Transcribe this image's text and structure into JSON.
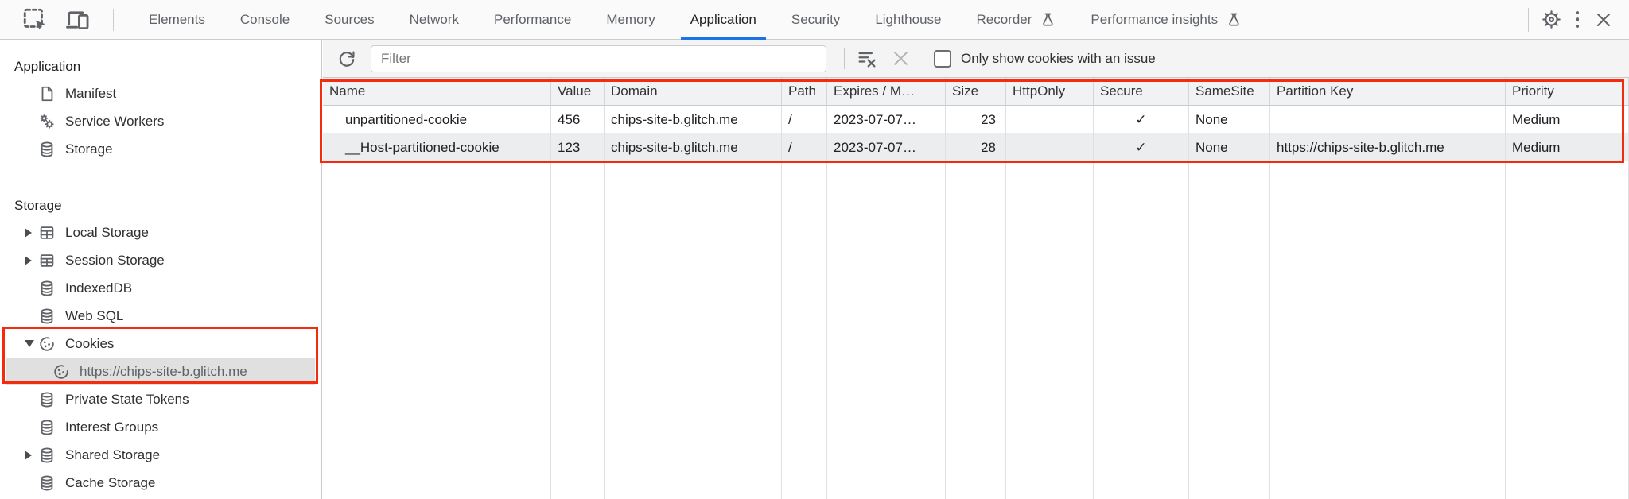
{
  "header": {
    "tabs": [
      "Elements",
      "Console",
      "Sources",
      "Network",
      "Performance",
      "Memory",
      "Application",
      "Security",
      "Lighthouse",
      "Recorder",
      "Performance insights"
    ],
    "active_tab": "Application",
    "icons": [
      "inspect-icon",
      "device-toolbar-icon",
      "flask-icon",
      "settings-gear-icon",
      "more-options-icon",
      "close-icon"
    ]
  },
  "sidebar": {
    "sections": [
      {
        "title": "Application",
        "items": [
          {
            "label": "Manifest",
            "icon": "manifest-file-icon"
          },
          {
            "label": "Service Workers",
            "icon": "service-workers-gears-icon"
          },
          {
            "label": "Storage",
            "icon": "database-icon"
          }
        ]
      },
      {
        "title": "Storage",
        "items": [
          {
            "label": "Local Storage",
            "icon": "table-icon",
            "expander": "collapsed"
          },
          {
            "label": "Session Storage",
            "icon": "table-icon",
            "expander": "collapsed"
          },
          {
            "label": "IndexedDB",
            "icon": "database-icon"
          },
          {
            "label": "Web SQL",
            "icon": "database-icon"
          },
          {
            "label": "Cookies",
            "icon": "cookie-icon",
            "expander": "expanded",
            "children": [
              {
                "label": "https://chips-site-b.glitch.me",
                "icon": "cookie-icon",
                "selected": true
              }
            ]
          },
          {
            "label": "Private State Tokens",
            "icon": "database-icon"
          },
          {
            "label": "Interest Groups",
            "icon": "database-icon"
          },
          {
            "label": "Shared Storage",
            "icon": "database-icon",
            "expander": "collapsed"
          },
          {
            "label": "Cache Storage",
            "icon": "database-icon"
          }
        ]
      }
    ]
  },
  "toolbar": {
    "filter_placeholder": "Filter",
    "filter_value": "",
    "checkbox_label": "Only show cookies with an issue",
    "checkbox_checked": false,
    "icons": [
      "refresh-icon",
      "clear-filter-icon",
      "clear-x-icon",
      "checkbox"
    ]
  },
  "table": {
    "columns": [
      "Name",
      "Value",
      "Domain",
      "Path",
      "Expires / M…",
      "Size",
      "HttpOnly",
      "Secure",
      "SameSite",
      "Partition Key",
      "Priority"
    ],
    "rows": [
      {
        "cells": [
          "unpartitioned-cookie",
          "456",
          "chips-site-b.glitch.me",
          "/",
          "2023-07-07…",
          "23",
          "",
          "✓",
          "None",
          "",
          "Medium"
        ]
      },
      {
        "cells": [
          "__Host-partitioned-cookie",
          "123",
          "chips-site-b.glitch.me",
          "/",
          "2023-07-07…",
          "28",
          "",
          "✓",
          "None",
          "https://chips-site-b.glitch.me",
          "Medium"
        ]
      }
    ]
  },
  "annotations": {
    "color": "#f42b0d",
    "boxes": [
      "cookies-table-highlight",
      "cookies-tree-highlight"
    ]
  },
  "colors": {
    "accent_blue": "#1a73e8",
    "annotation_red": "#f42b0d",
    "selected_item_bg": "#e0e0e0",
    "toolbar_bg": "#f4f4f4",
    "header_row_bg": "#f0f2f3",
    "alt_row_bg": "#ecedef"
  }
}
